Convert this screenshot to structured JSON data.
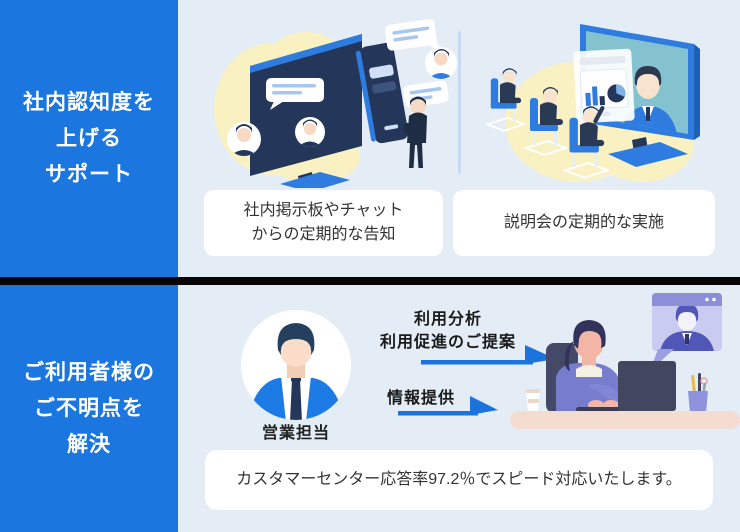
{
  "colors": {
    "accent_blue": "#1B76E0",
    "background": "#E4EDF6",
    "divider_black": "#060606",
    "panel_divider": "#C7DAF1",
    "caption_bg": "#FFFFFF",
    "caption_text": "#333333",
    "arrow_blue": "#1B74DE",
    "blob_yellow": "#FAF1C3",
    "illustration_navy": "#24365A",
    "illustration_teal": "#85C2CF",
    "illustration_purple": "#777CCF"
  },
  "top_section": {
    "sidebar_title_lines": [
      "社内認知度を",
      "上げる",
      "サポート"
    ],
    "panels": [
      {
        "illustration": "bulletin-chat",
        "caption_lines": [
          "社内掲示板やチャット",
          "からの定期的な告知"
        ]
      },
      {
        "illustration": "seminar",
        "caption_lines": [
          "説明会の定期的な実施"
        ]
      }
    ]
  },
  "bottom_section": {
    "sidebar_title_lines": [
      "ご利用者様の",
      "ご不明点を",
      "解決"
    ],
    "avatar_label": "営業担当",
    "arrows": [
      {
        "label_lines": [
          "利用分析",
          "利用促進のご提案"
        ]
      },
      {
        "label_lines": [
          "情報提供"
        ]
      }
    ],
    "caption": "カスタマーセンター応答率97.2％でスピード対応いたします。"
  }
}
